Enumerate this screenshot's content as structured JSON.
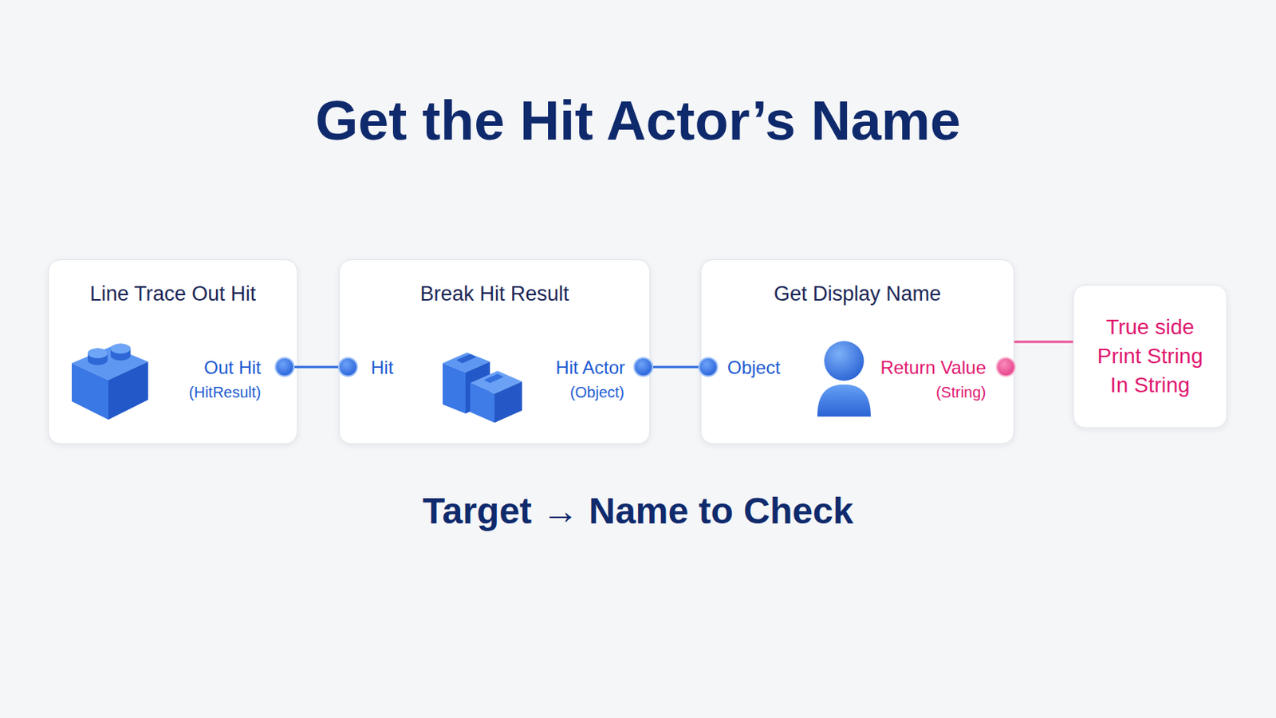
{
  "diagram": {
    "title": "Get the Hit Actor’s Name",
    "caption": "Target → Name to Check",
    "nodes": [
      {
        "text": [
          "Line Trace Out Hit",
          "Out Hit",
          "(HitResult)"
        ]
      },
      {
        "text": [
          "Break Hit Result",
          "Hit",
          "Hit Actor",
          "(Object)"
        ]
      },
      {
        "text": [
          "Get Display Name",
          "Object",
          "Return Value",
          "(String)"
        ]
      },
      {
        "text": [
          "True side Print String In String"
        ]
      }
    ],
    "edges": [
      {
        "from": 0,
        "to": 1,
        "arrow": "none"
      },
      {
        "from": 1,
        "to": 2,
        "arrow": "none"
      },
      {
        "from": 2,
        "to": 3,
        "arrow": "none"
      }
    ]
  }
}
